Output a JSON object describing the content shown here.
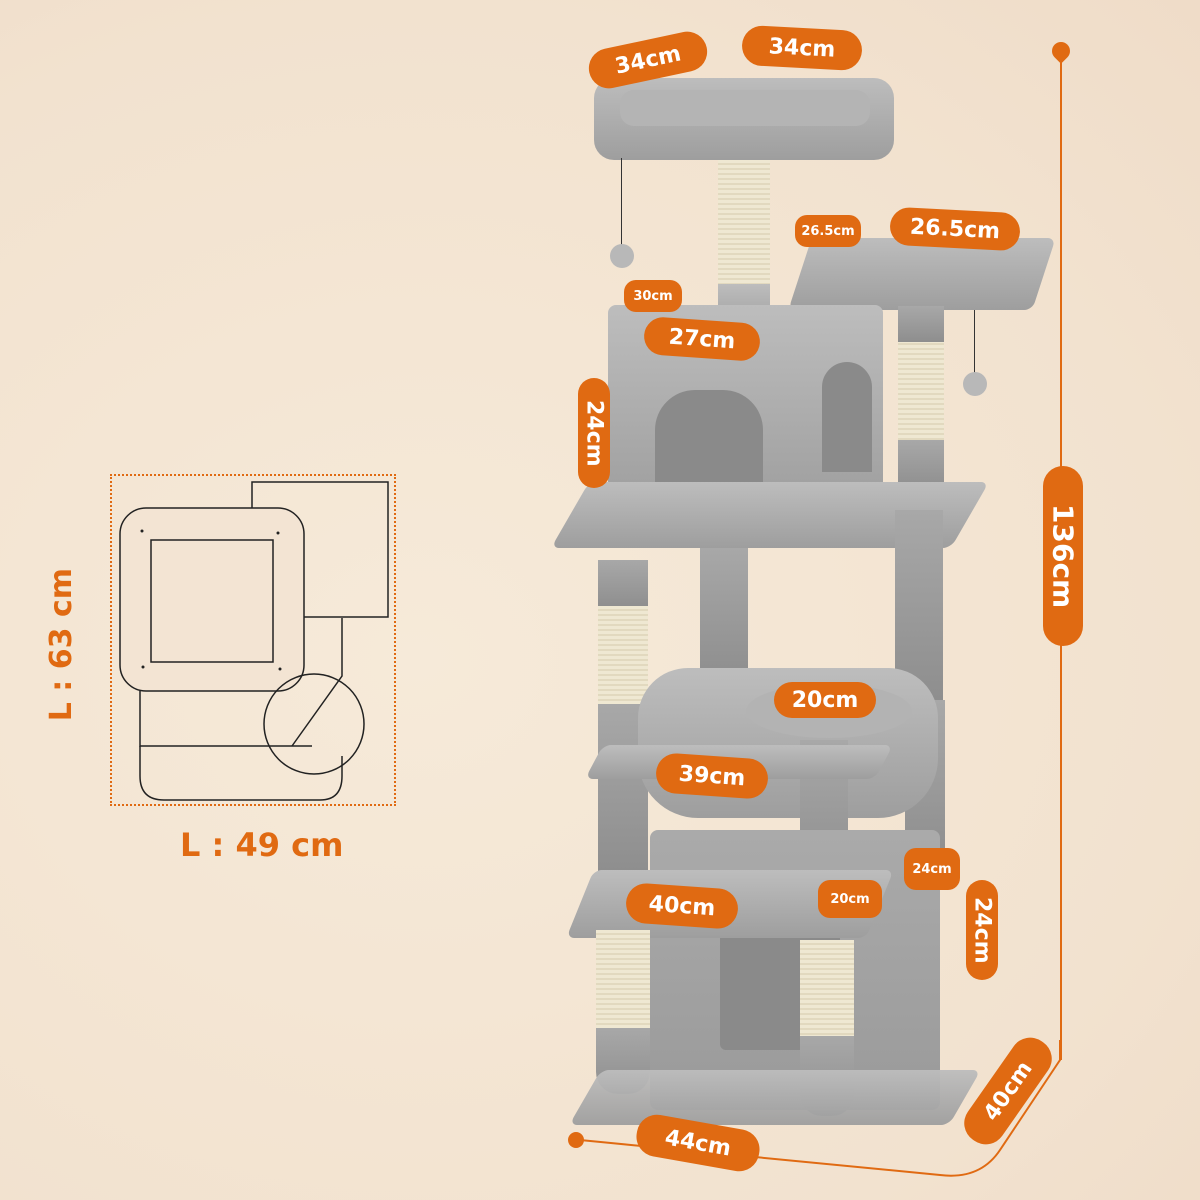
{
  "colors": {
    "accent": "#e06a12",
    "background": "#f3e4d3",
    "plush": "#a9a9a9",
    "sisal": "#ece4cc",
    "outline": "#222222"
  },
  "top_view": {
    "length_label": "L : 63 cm",
    "width_label": "L : 49 cm"
  },
  "dimensions": {
    "top_perch_depth": "34cm",
    "top_perch_width": "34cm",
    "side_platform_depth": "26.5cm",
    "side_platform_width": "26.5cm",
    "condo_depth": "30cm",
    "condo_width": "27cm",
    "condo_height": "24cm",
    "total_height": "136cm",
    "round_platform_diameter": "20cm",
    "basket_width": "39cm",
    "lower_platform_width": "40cm",
    "lower_platform_depth": "20cm",
    "base_condo_depth": "24cm",
    "base_condo_height": "24cm",
    "base_width": "44cm",
    "base_depth": "40cm"
  }
}
